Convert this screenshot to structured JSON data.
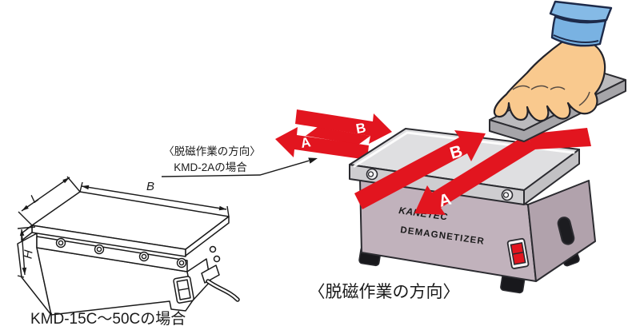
{
  "colors": {
    "arrow_red": "#e2151f",
    "device_body": "#c1b2bc",
    "device_body_side": "#b1a2ac",
    "device_top_plate": "#dfdfe1",
    "logo_blue": "#2aabe2",
    "name_text": "#565060",
    "sleeve_blue": "#79b2e2",
    "skin": "#f9c98e",
    "workpiece_gray": "#bbbabd",
    "line_art": "#1a1a1a"
  },
  "left_drawing": {
    "dim_width_label": "B",
    "dim_depth_label": "L",
    "dim_height_label": "H",
    "caption": "KMD-15C～50Cの場合"
  },
  "note": {
    "line1": "〈脱磁作業の方向〉",
    "line2": "KMD-2Aの場合"
  },
  "zigzag_arrows": {
    "upper_label": "B",
    "lower_label": "A"
  },
  "device": {
    "brand": "KANETEC",
    "name_label": "DEMAGNETIZER",
    "top_arrow_b": "B",
    "top_arrow_a": "A"
  },
  "bottom_caption": "〈脱磁作業の方向〉"
}
